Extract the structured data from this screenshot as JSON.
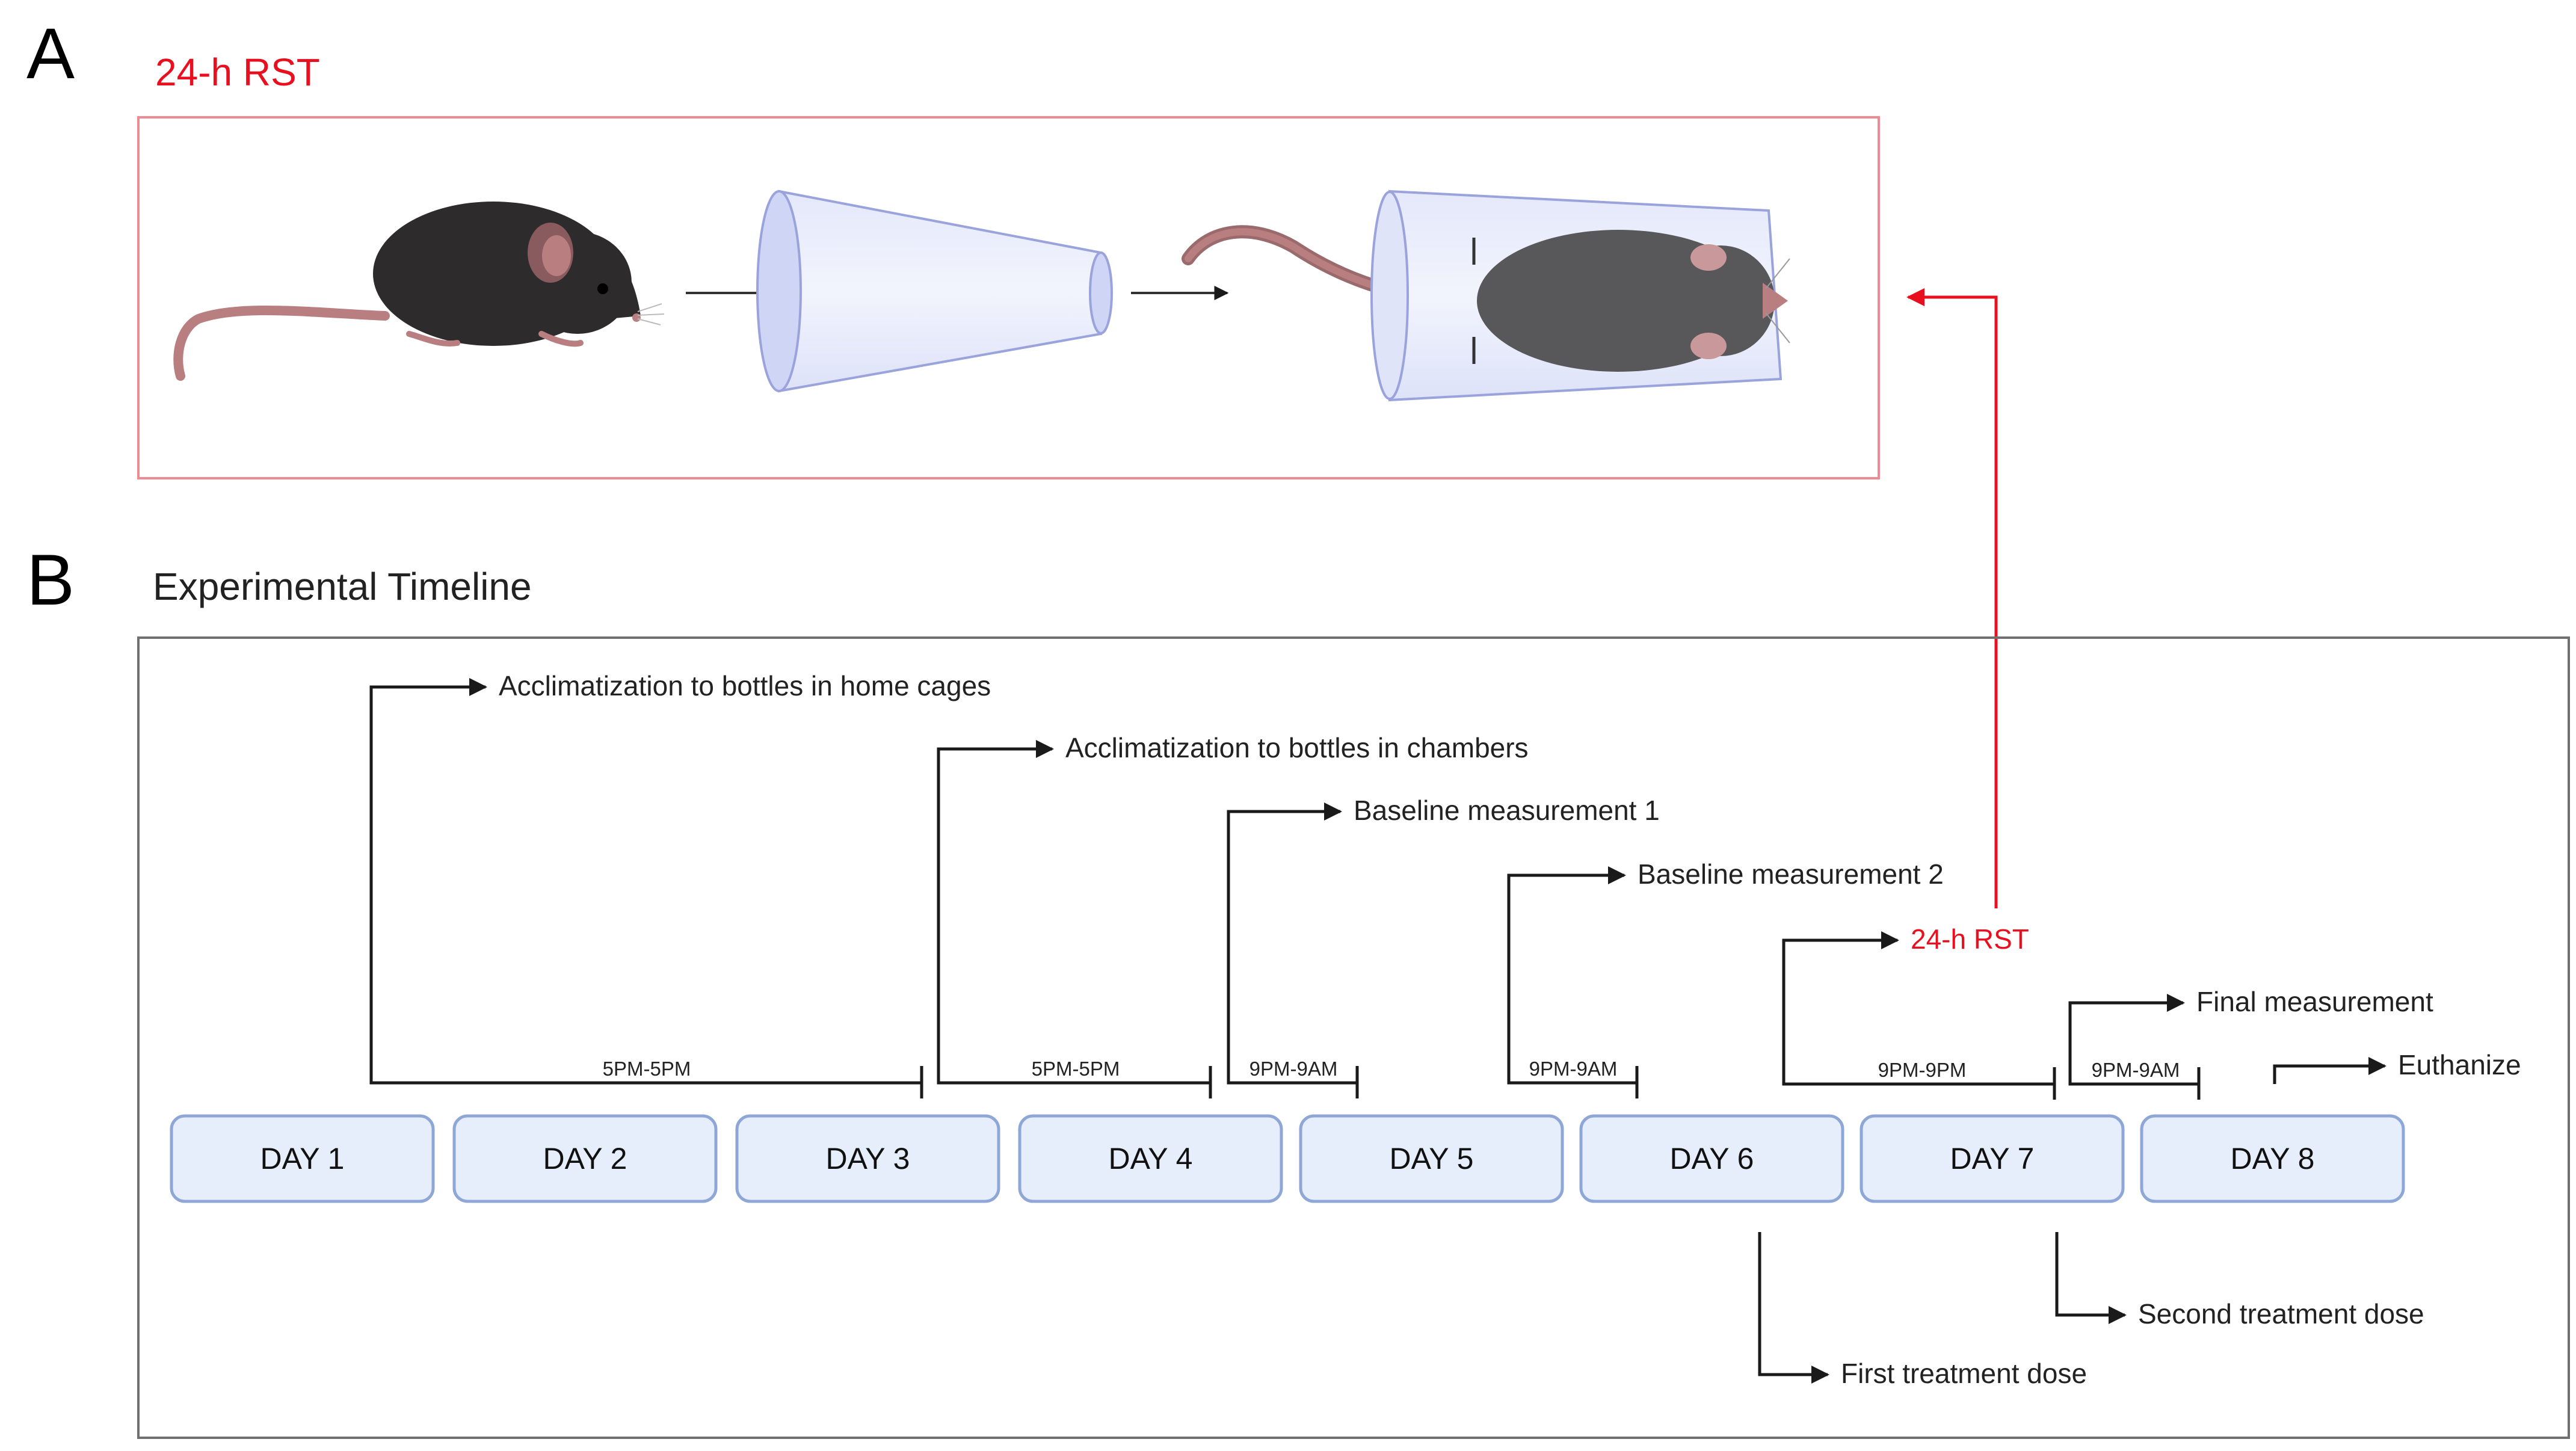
{
  "panel_a": {
    "letter": "A",
    "title": "24-h RST"
  },
  "panel_b": {
    "letter": "B",
    "title": "Experimental Timeline"
  },
  "days": [
    "DAY 1",
    "DAY 2",
    "DAY 3",
    "DAY 4",
    "DAY 5",
    "DAY 6",
    "DAY 7",
    "DAY 8"
  ],
  "steps": [
    {
      "label": "Acclimatization to bottles in home cages",
      "interval": "5PM-5PM",
      "highlight": false
    },
    {
      "label": "Acclimatization to bottles in chambers",
      "interval": "5PM-5PM",
      "highlight": false
    },
    {
      "label": "Baseline measurement 1",
      "interval": "9PM-9AM",
      "highlight": false
    },
    {
      "label": "Baseline measurement 2",
      "interval": "9PM-9AM",
      "highlight": false
    },
    {
      "label": "24-h RST",
      "interval": "9PM-9PM",
      "highlight": true
    },
    {
      "label": "Final measurement",
      "interval": "9PM-9AM",
      "highlight": false
    },
    {
      "label": "Euthanize",
      "interval": "",
      "highlight": false
    }
  ],
  "treatments": [
    {
      "label": "First treatment dose"
    },
    {
      "label": "Second treatment dose"
    }
  ],
  "colors": {
    "highlight": "#e8101f",
    "panel_a_border": "#f08a92",
    "panel_b_border": "#707070",
    "day_box_fill": "#e6eefb",
    "day_box_stroke": "#8ea7d6",
    "connector": "#1a1a1a"
  }
}
